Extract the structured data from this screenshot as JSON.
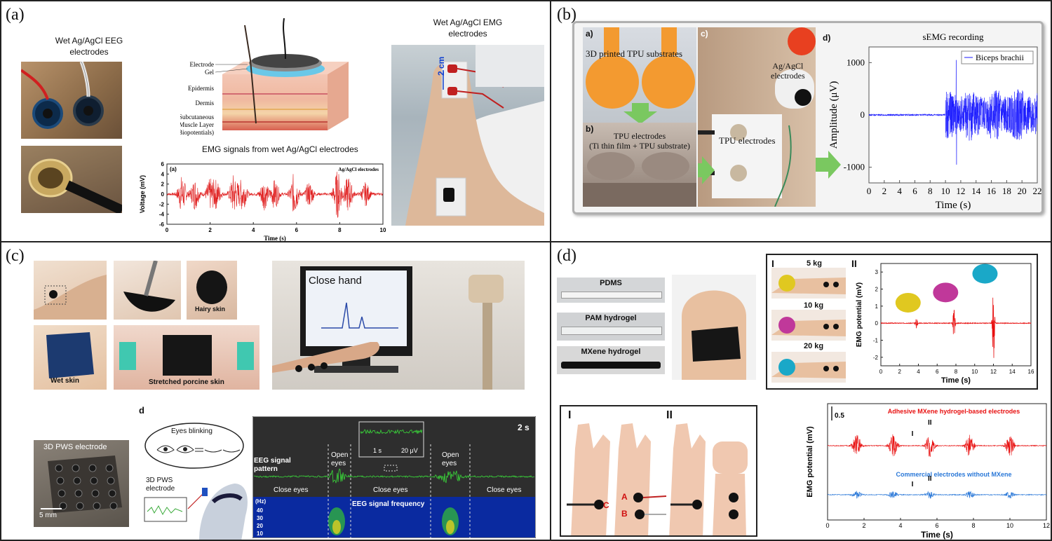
{
  "panel_a": {
    "label": "(a)",
    "eeg_title": "Wet Ag/AgCl EEG electrodes",
    "emg_title": "Wet Ag/AgCl EMG electrodes",
    "scale": "2 cm",
    "layers": [
      "Electrode",
      "Gel",
      "Epidermis",
      "Dermis",
      "Subcutaneous",
      "Muscle Layer",
      "(Biopotentials)"
    ],
    "signal_title": "EMG signals from wet Ag/AgCl electrodes",
    "chart_data": {
      "type": "line",
      "title": "EMG signals from wet Ag/AgCl electrodes",
      "panel_tag": "(a)",
      "legend": "Ag/AgCl electrodes",
      "xlabel": "Time (s)",
      "ylabel": "Voltage (mV)",
      "xlim": [
        0,
        10
      ],
      "ylim": [
        -6,
        6
      ],
      "xticks": [
        0,
        2,
        4,
        6,
        8,
        10
      ],
      "yticks": [
        6,
        4,
        2,
        0,
        -2,
        -4,
        -6
      ],
      "color": "#e02020",
      "bursts": [
        [
          0.7,
          3.6
        ],
        [
          1.3,
          3.0
        ],
        [
          2.0,
          2.8
        ],
        [
          2.3,
          2.6
        ],
        [
          3.1,
          3.9
        ],
        [
          3.5,
          3.2
        ],
        [
          4.5,
          3.0
        ],
        [
          5.0,
          2.8
        ],
        [
          5.9,
          4.2
        ],
        [
          6.6,
          2.4
        ],
        [
          7.9,
          4.6
        ],
        [
          8.4,
          3.5
        ],
        [
          9.2,
          2.2
        ]
      ]
    }
  },
  "panel_b": {
    "label": "(b)",
    "sub_a": "a)",
    "sub_b": "b)",
    "sub_c": "c)",
    "sub_d": "d)",
    "tpu_substrates": "3D printed TPU substrates",
    "tpu_electrodes_line1": "TPU electrodes",
    "tpu_electrodes_line2": "(Ti thin film + TPU substrate)",
    "agagcl_line1": "Ag/AgCl",
    "agagcl_line2": "electrodes",
    "tpu_electrodes_c": "TPU electrodes",
    "chart_data": {
      "type": "line",
      "title": "sEMG recording",
      "legend": "Biceps brachii",
      "xlabel": "Time (s)",
      "ylabel": "Amplitude (μV)",
      "xlim": [
        0,
        22
      ],
      "ylim": [
        -1300,
        1300
      ],
      "xticks": [
        0,
        2,
        4,
        6,
        8,
        10,
        12,
        14,
        16,
        18,
        20,
        22
      ],
      "yticks": [
        1000,
        0,
        -1000
      ],
      "color": "#1a1aff",
      "active_from": 10,
      "peak": [
        11.4,
        1050,
        -950
      ]
    }
  },
  "panel_c": {
    "label": "(c)",
    "hairy": "Hairy skin",
    "wet": "Wet skin",
    "stretched": "Stretched porcine skin",
    "close_hand": "Close hand",
    "pws_electrode": "3D PWS electrode",
    "scale_5mm": "5 mm",
    "d_label": "d",
    "eyes_blinking": "Eyes blinking",
    "pws_line1": "3D PWS",
    "pws_line2": "electrode",
    "eeg_pattern_line1": "EEG signal",
    "eeg_pattern_line2": "pattern",
    "open_eyes_line1": "Open",
    "open_eyes_line2": "eyes",
    "close_eyes": "Close eyes",
    "inset_time": "1 s",
    "inset_amp": "20 μV",
    "time_scale": "2 s",
    "freq_title": "EEG signal frequency",
    "hz": "(Hz)",
    "freq_ticks": [
      "40",
      "30",
      "20",
      "10"
    ]
  },
  "panel_d": {
    "label": "(d)",
    "pdms": "PDMS",
    "pam": "PAM hydrogel",
    "mxene": "MXene hydrogel",
    "roman_I": "I",
    "roman_II": "II",
    "weights": [
      "5 kg",
      "10 kg",
      "20 kg"
    ],
    "electrode_A": "A",
    "electrode_B": "B",
    "electrode_C": "C",
    "chart_top": {
      "type": "line",
      "xlabel": "Time (s)",
      "ylabel": "EMG potential (mV)",
      "xlim": [
        0,
        16
      ],
      "ylim": [
        -2.5,
        3.5
      ],
      "xticks": [
        0,
        2,
        4,
        6,
        8,
        10,
        12,
        14,
        16
      ],
      "yticks": [
        3,
        2,
        1,
        0,
        -1,
        -2
      ],
      "color": "#e81010",
      "spikes": [
        [
          3.8,
          0.3,
          -0.35
        ],
        [
          7.8,
          0.9,
          -1.1
        ],
        [
          12.0,
          2.0,
          -2.3
        ]
      ],
      "ball_colors": [
        "#e0c820",
        "#c0389a",
        "#1aa8c8"
      ]
    },
    "chart_bottom": {
      "type": "line",
      "xlabel": "Time (s)",
      "ylabel": "EMG potential (mV)",
      "xlim": [
        0,
        12
      ],
      "xticks": [
        0,
        2,
        4,
        6,
        8,
        10,
        12
      ],
      "scale_bar": "0.5",
      "series": [
        {
          "name": "Adhesive MXene hydrogel-based electrodes",
          "color": "#e81010",
          "bursts": [
            1.6,
            3.6,
            5.6,
            7.8,
            10.0
          ]
        },
        {
          "name": "Commercial electrodes without MXene",
          "color": "#2a78d8",
          "bursts": [
            1.6,
            3.6,
            5.6,
            7.8,
            10.0
          ]
        }
      ]
    }
  }
}
